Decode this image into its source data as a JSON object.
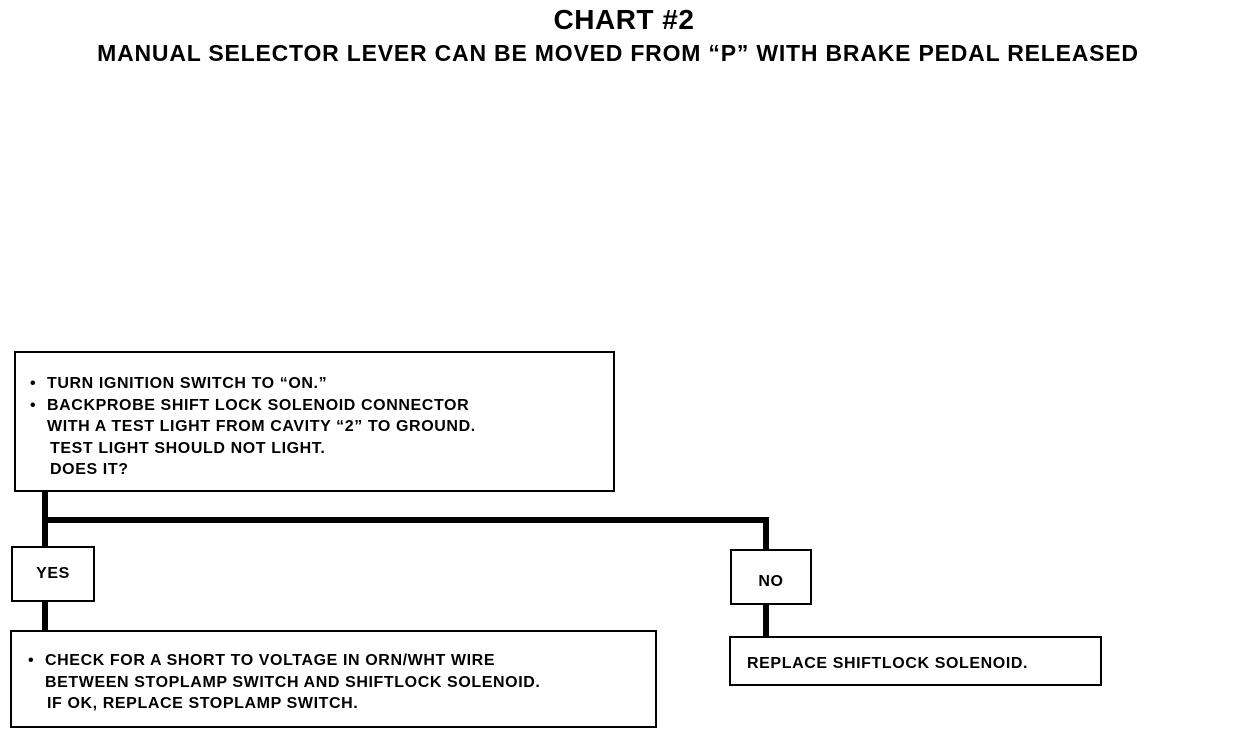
{
  "header": {
    "title": "CHART #2",
    "subtitle": "MANUAL SELECTOR LEVER CAN BE MOVED FROM “P” WITH BRAKE PEDAL RELEASED"
  },
  "check_box": {
    "bullets": [
      "TURN IGNITION SWITCH TO “ON.”",
      "BACKPROBE SHIFT LOCK SOLENOID CONNECTOR"
    ],
    "continuation": [
      "WITH A TEST LIGHT FROM CAVITY “2” TO GROUND.",
      "TEST LIGHT SHOULD NOT LIGHT.",
      "DOES IT?"
    ]
  },
  "yes_branch": {
    "label": "YES",
    "action": {
      "bullet": "CHECK FOR A SHORT TO VOLTAGE IN ORN/WHT WIRE",
      "continuation": [
        "BETWEEN STOPLAMP SWITCH AND SHIFTLOCK SOLENOID.",
        "IF OK, REPLACE STOPLAMP SWITCH."
      ]
    }
  },
  "no_branch": {
    "label": "NO",
    "action": "REPLACE SHIFTLOCK SOLENOID."
  },
  "colors": {
    "ink": "#000000",
    "paper": "#ffffff"
  }
}
